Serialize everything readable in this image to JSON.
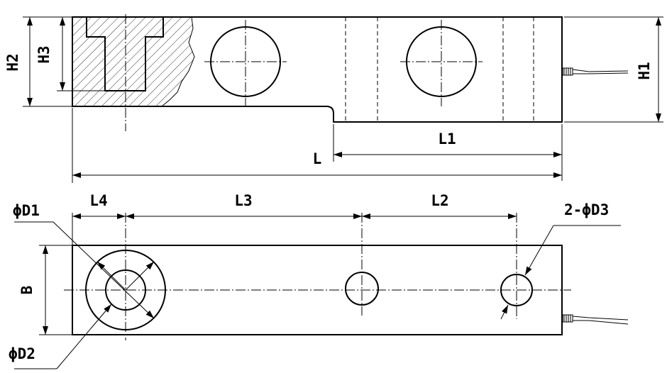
{
  "diagram": {
    "labels": {
      "L": "L",
      "L1": "L1",
      "L2": "L2",
      "L3": "L3",
      "L4": "L4",
      "H1": "H1",
      "H2": "H2",
      "H3": "H3",
      "B": "B",
      "D1": "ϕD1",
      "D2": "ϕD2",
      "D3": "2-ϕD3"
    }
  }
}
